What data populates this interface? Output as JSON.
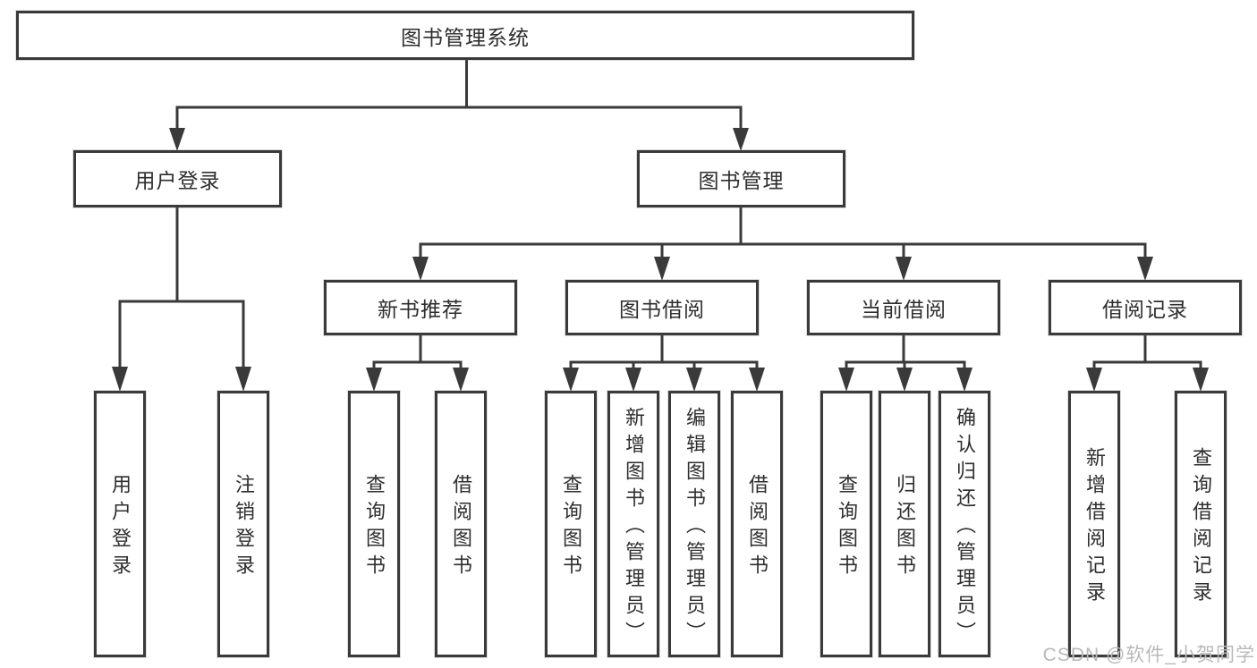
{
  "diagram": {
    "root": {
      "label": "图书管理系统"
    },
    "user_login": {
      "label": "用户登录",
      "children": [
        {
          "label": "用户登录"
        },
        {
          "label": "注销登录"
        }
      ]
    },
    "book_mgmt": {
      "label": "图书管理",
      "sections": [
        {
          "label": "新书推荐",
          "children": [
            {
              "label": "查询图书"
            },
            {
              "label": "借阅图书"
            }
          ]
        },
        {
          "label": "图书借阅",
          "children": [
            {
              "label": "查询图书"
            },
            {
              "label": "新增图书（管理员）"
            },
            {
              "label": "编辑图书（管理员）"
            },
            {
              "label": "借阅图书"
            }
          ]
        },
        {
          "label": "当前借阅",
          "children": [
            {
              "label": "查询图书"
            },
            {
              "label": "归还图书"
            },
            {
              "label": "确认归还（管理员）"
            }
          ]
        },
        {
          "label": "借阅记录",
          "children": [
            {
              "label": "新增借阅记录"
            },
            {
              "label": "查询借阅记录"
            }
          ]
        }
      ]
    }
  },
  "watermark": {
    "text": "CSDN @软件_小贺同学"
  },
  "colors": {
    "line": "#3a3a3a",
    "box_border": "#3a3a3a",
    "box_fill": "#ffffff",
    "text": "#2e2e2e",
    "watermark": "#b9b9b9"
  }
}
